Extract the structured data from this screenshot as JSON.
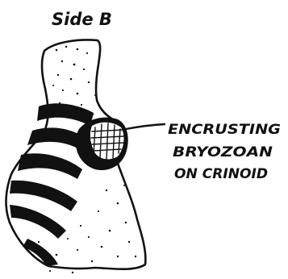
{
  "figure": {
    "title": "Side B",
    "annotation": {
      "line1": "ENCRUSTING",
      "line2": "BRYOZOAN",
      "line3": "ON CRINOID"
    }
  },
  "colors": {
    "ink": "#111111",
    "paper": "#ffffff"
  }
}
